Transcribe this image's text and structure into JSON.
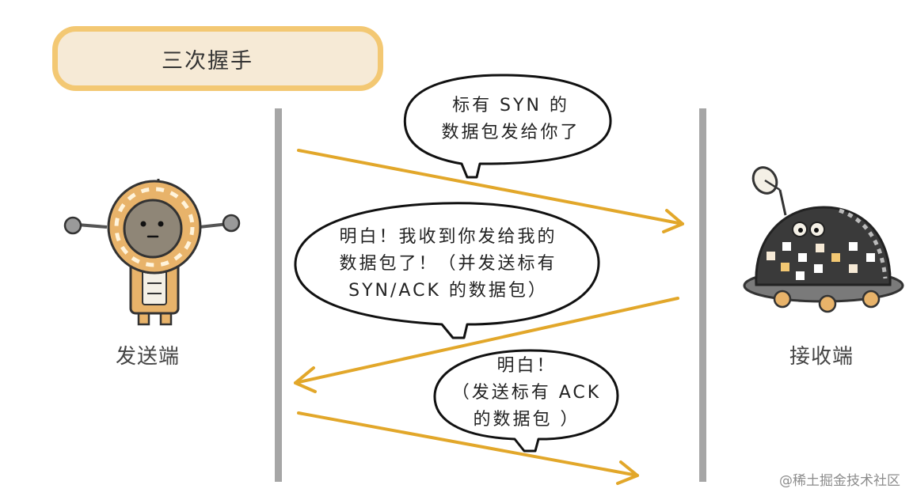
{
  "title": "三次握手",
  "sender": {
    "label": "发送端"
  },
  "receiver": {
    "label": "接收端"
  },
  "steps": [
    {
      "direction": "sender-to-receiver",
      "lines": [
        "标有 SYN 的",
        "数据包发给你了"
      ]
    },
    {
      "direction": "receiver-to-sender",
      "lines": [
        "明白！我收到你发给我的",
        "数据包了！（并发送标有",
        "SYN/ACK 的数据包）"
      ]
    },
    {
      "direction": "sender-to-receiver",
      "lines": [
        "明白！",
        "（发送标有 ACK",
        "的数据包 ）"
      ]
    }
  ],
  "watermark": "@稀土掘金技术社区",
  "colors": {
    "arrow": "#e2a72a",
    "timeline": "#a6a6a6",
    "title_fill": "#f6ead6",
    "title_border": "#f3c873",
    "robot_body": "#e8b36a",
    "dome": "#3a3a3a"
  },
  "icons": {
    "sender": "orange-robot-icon",
    "receiver": "dome-rover-robot-icon"
  }
}
